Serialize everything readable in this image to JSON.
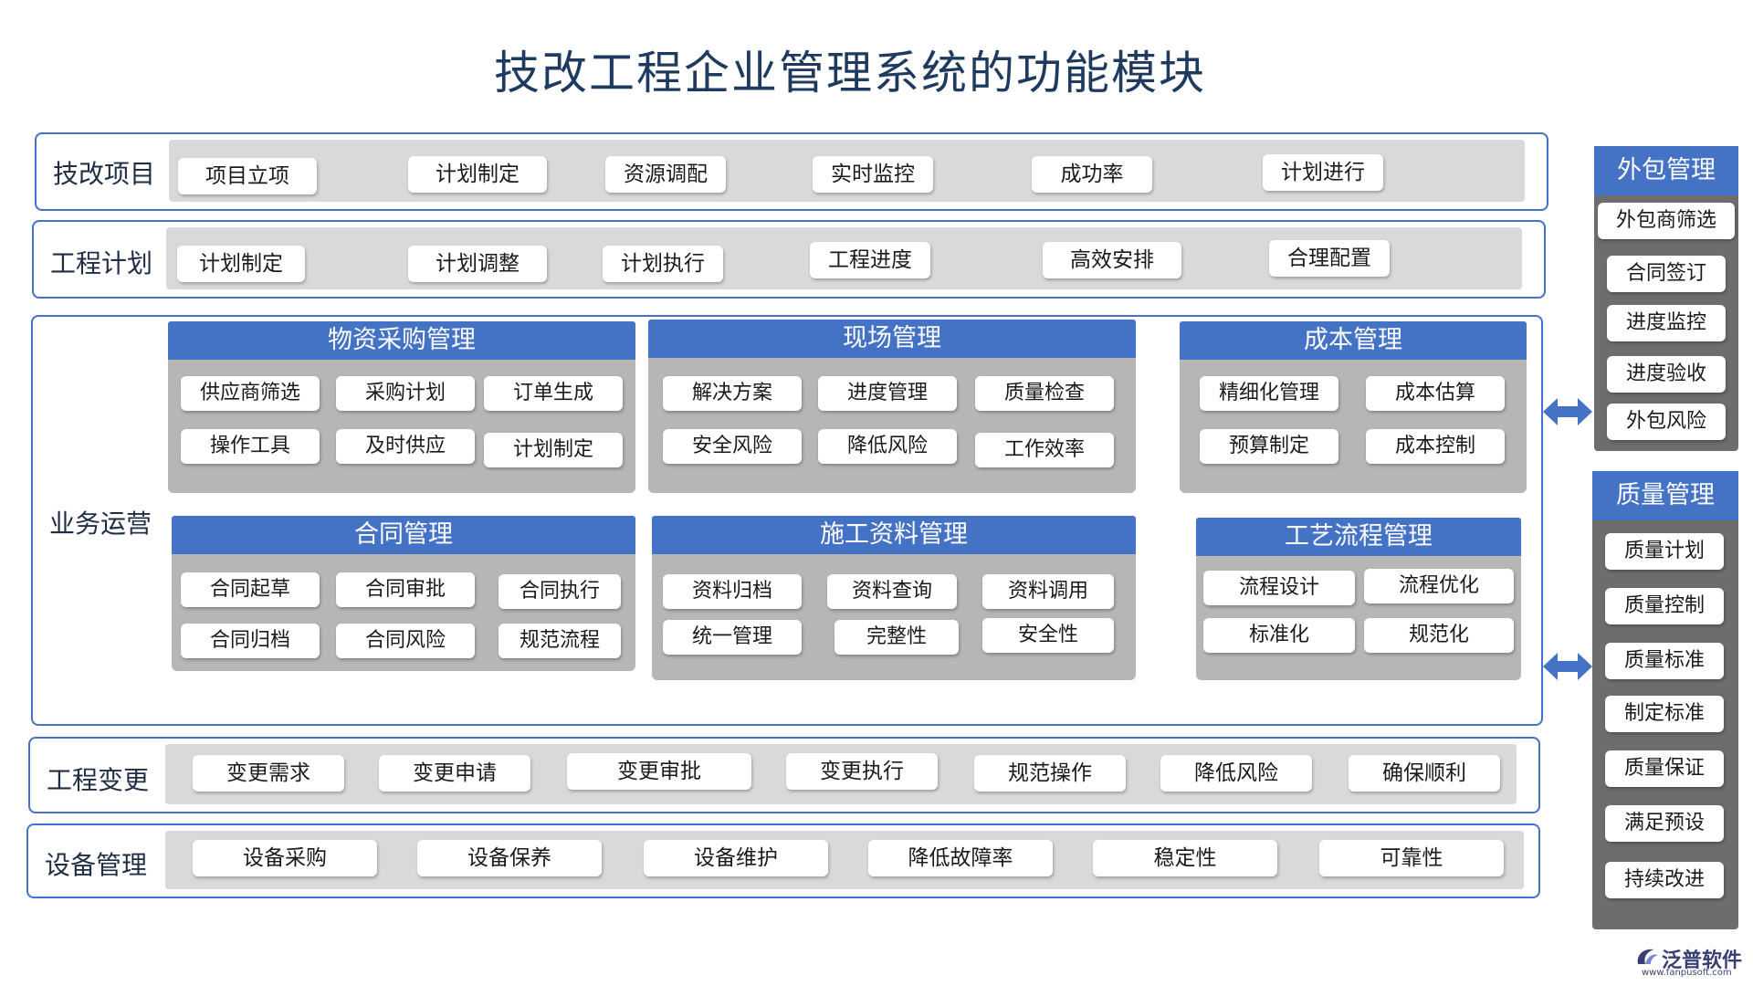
{
  "title": "技改工程企业管理系统的功能模块",
  "colors": {
    "accent": "#4472c4",
    "band": "#d9d9d9",
    "module_body": "#b6b6b6",
    "side_body": "#6d6d6d"
  },
  "rows": {
    "tech_project": {
      "label": "技改项目",
      "items": [
        "项目立项",
        "计划制定",
        "资源调配",
        "实时监控",
        "成功率",
        "计划进行"
      ]
    },
    "eng_plan": {
      "label": "工程计划",
      "items": [
        "计划制定",
        "计划调整",
        "计划执行",
        "工程进度",
        "高效安排",
        "合理配置"
      ]
    },
    "business": {
      "label": "业务运营"
    },
    "eng_change": {
      "label": "工程变更",
      "items": [
        "变更需求",
        "变更申请",
        "变更审批",
        "变更执行",
        "规范操作",
        "降低风险",
        "确保顺利"
      ]
    },
    "equipment": {
      "label": "设备管理",
      "items": [
        "设备采购",
        "设备保养",
        "设备维护",
        "降低故障率",
        "稳定性",
        "可靠性"
      ]
    }
  },
  "modules": {
    "procurement": {
      "title": "物资采购管理",
      "items": [
        "供应商筛选",
        "采购计划",
        "订单生成",
        "操作工具",
        "及时供应",
        "计划制定"
      ]
    },
    "site": {
      "title": "现场管理",
      "items": [
        "解决方案",
        "进度管理",
        "质量检查",
        "安全风险",
        "降低风险",
        "工作效率"
      ]
    },
    "cost": {
      "title": "成本管理",
      "items": [
        "精细化管理",
        "成本估算",
        "预算制定",
        "成本控制"
      ]
    },
    "contract": {
      "title": "合同管理",
      "items": [
        "合同起草",
        "合同审批",
        "合同执行",
        "合同归档",
        "合同风险",
        "规范流程"
      ]
    },
    "construction_docs": {
      "title": "施工资料管理",
      "items": [
        "资料归档",
        "资料查询",
        "资料调用",
        "统一管理",
        "完整性",
        "安全性"
      ]
    },
    "process": {
      "title": "工艺流程管理",
      "items": [
        "流程设计",
        "流程优化",
        "标准化",
        "规范化"
      ]
    }
  },
  "side": {
    "outsourcing": {
      "title": "外包管理",
      "items": [
        "外包商筛选",
        "合同签订",
        "进度监控",
        "进度验收",
        "外包风险"
      ]
    },
    "quality": {
      "title": "质量管理",
      "items": [
        "质量计划",
        "质量控制",
        "质量标准",
        "制定标准",
        "质量保证",
        "满足预设",
        "持续改进"
      ]
    }
  },
  "logo": {
    "name": "泛普软件",
    "url": "www.fanpusoft.com",
    "icon": "fanpu-logo-icon"
  }
}
